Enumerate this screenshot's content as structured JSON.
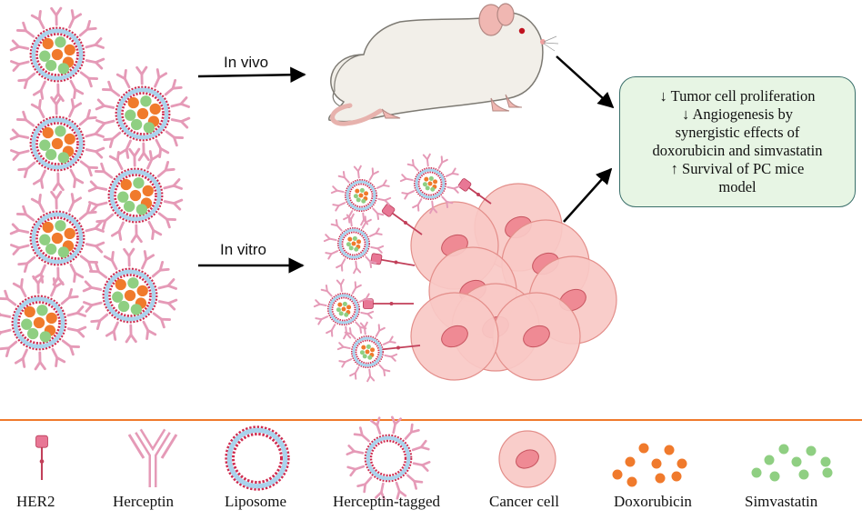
{
  "arrows": {
    "in_vivo": "In vivo",
    "in_vitro": "In vitro"
  },
  "outcome_lines": [
    "↓ Tumor cell proliferation",
    "↓ Angiogenesis by",
    "synergistic effects of",
    "doxorubicin and simvastatin",
    "↑ Survival of  PC mice",
    "model"
  ],
  "legend": {
    "her2": "HER2",
    "herceptin": "Herceptin",
    "liposome": "Liposome",
    "herceptin_tagged": "Herceptin-tagged",
    "cancer_cell": "Cancer cell",
    "doxorubicin": "Doxorubicin",
    "simvastatin": "Simvastatin"
  },
  "colors": {
    "liposome_ring": "#cf2a4e",
    "liposome_fill": "#a9d3ec",
    "herceptin": "#e59ab7",
    "doxorubicin": "#f07a2c",
    "simvastatin": "#8fcf82",
    "cancer_cell": "#f8c9c5",
    "nucleus": "#ef8a94",
    "divider": "#f07a2c",
    "outcome_bg": "#e7f5e4",
    "outcome_border": "#3a6f6a"
  }
}
